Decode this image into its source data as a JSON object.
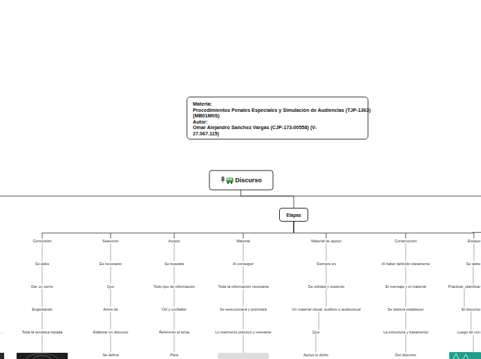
{
  "diagram": {
    "nodes": [
      {
        "text": [
          "Materia:",
          "Procedimientos Penales Especiales y Simulación de Audiencias (TJP-1363) (MB01M0S)",
          "Autor:",
          "Omar Alejandro Sanchez Vargas (CJP-173-00558) (V-27.067.115)"
        ]
      },
      {
        "text": [
          "Discurso"
        ]
      },
      {
        "text": [
          "Etapas"
        ]
      },
      {
        "text": [
          "..."
        ]
      },
      {
        "text": [
          "Conclusión"
        ]
      },
      {
        "text": [
          "Se debe"
        ]
      },
      {
        "text": [
          "Dar un cierre"
        ]
      },
      {
        "text": [
          "Englobando"
        ]
      },
      {
        "text": [
          "Toda la temática tratada"
        ]
      },
      {
        "text": [
          "Selección"
        ]
      },
      {
        "text": [
          "Es necesario"
        ]
      },
      {
        "text": [
          "Que"
        ]
      },
      {
        "text": [
          "Antes de"
        ]
      },
      {
        "text": [
          "Elaborar un discurso"
        ]
      },
      {
        "text": [
          "Se defina"
        ]
      },
      {
        "text": [
          "Acopio"
        ]
      },
      {
        "text": [
          "Se buscará"
        ]
      },
      {
        "text": [
          "Todo tipo de información"
        ]
      },
      {
        "text": [
          "Útil y confiable"
        ]
      },
      {
        "text": [
          "Referente al tema"
        ]
      },
      {
        "text": [
          "Para"
        ]
      },
      {
        "text": [
          "Material"
        ]
      },
      {
        "text": [
          "Al conseguir"
        ]
      },
      {
        "text": [
          "Toda la información necesaria"
        ]
      },
      {
        "text": [
          "Se seleccionará y priorizará"
        ]
      },
      {
        "text": [
          "Lo realmente práctico y relevante"
        ]
      },
      {
        "text": [
          "Material de apoyo"
        ]
      },
      {
        "text": [
          "Siempre es"
        ]
      },
      {
        "text": [
          "De utilidad y sustento"
        ]
      },
      {
        "text": [
          "Un material visual, auditivo o audiovisual"
        ]
      },
      {
        "text": [
          "Que"
        ]
      },
      {
        "text": [
          "Apoyo lo dicho"
        ]
      },
      {
        "text": [
          "Construcción"
        ]
      },
      {
        "text": [
          "Al haber definido claramente"
        ]
      },
      {
        "text": [
          "El mensaje y el material"
        ]
      },
      {
        "text": [
          "Se deberá establecer"
        ]
      },
      {
        "text": [
          "La estructura y basamento"
        ]
      },
      {
        "text": [
          "Del discurso"
        ]
      },
      {
        "text": [
          "Ensayo"
        ]
      },
      {
        "text": [
          "Se debe"
        ]
      },
      {
        "text": [
          "Practicar, planificar"
        ]
      },
      {
        "text": [
          "El discurso"
        ]
      },
      {
        "text": [
          "Luego de con"
        ]
      }
    ],
    "edges": [
      {
        "from": 1,
        "to": 2,
        "arrow": "none"
      },
      {
        "from": 2,
        "to": 4,
        "arrow": "none"
      },
      {
        "from": 2,
        "to": 9,
        "arrow": "none"
      },
      {
        "from": 2,
        "to": 15,
        "arrow": "none"
      },
      {
        "from": 2,
        "to": 21,
        "arrow": "none"
      },
      {
        "from": 2,
        "to": 26,
        "arrow": "none"
      },
      {
        "from": 2,
        "to": 32,
        "arrow": "none"
      },
      {
        "from": 2,
        "to": 38,
        "arrow": "none"
      },
      {
        "from": 4,
        "to": 5,
        "arrow": "none"
      },
      {
        "from": 5,
        "to": 6,
        "arrow": "none"
      },
      {
        "from": 6,
        "to": 7,
        "arrow": "none"
      },
      {
        "from": 7,
        "to": 8,
        "arrow": "none"
      },
      {
        "from": 9,
        "to": 10,
        "arrow": "none"
      },
      {
        "from": 10,
        "to": 11,
        "arrow": "none"
      },
      {
        "from": 11,
        "to": 12,
        "arrow": "none"
      },
      {
        "from": 12,
        "to": 13,
        "arrow": "none"
      },
      {
        "from": 13,
        "to": 14,
        "arrow": "none"
      },
      {
        "from": 15,
        "to": 16,
        "arrow": "none"
      },
      {
        "from": 16,
        "to": 17,
        "arrow": "none"
      },
      {
        "from": 17,
        "to": 18,
        "arrow": "none"
      },
      {
        "from": 18,
        "to": 19,
        "arrow": "none"
      },
      {
        "from": 19,
        "to": 20,
        "arrow": "none"
      },
      {
        "from": 21,
        "to": 22,
        "arrow": "none"
      },
      {
        "from": 22,
        "to": 23,
        "arrow": "none"
      },
      {
        "from": 23,
        "to": 24,
        "arrow": "none"
      },
      {
        "from": 24,
        "to": 25,
        "arrow": "none"
      },
      {
        "from": 26,
        "to": 27,
        "arrow": "none"
      },
      {
        "from": 27,
        "to": 28,
        "arrow": "none"
      },
      {
        "from": 28,
        "to": 29,
        "arrow": "none"
      },
      {
        "from": 29,
        "to": 30,
        "arrow": "none"
      },
      {
        "from": 30,
        "to": 31,
        "arrow": "none"
      },
      {
        "from": 32,
        "to": 33,
        "arrow": "none"
      },
      {
        "from": 33,
        "to": 34,
        "arrow": "none"
      },
      {
        "from": 34,
        "to": 35,
        "arrow": "none"
      },
      {
        "from": 35,
        "to": 36,
        "arrow": "none"
      },
      {
        "from": 36,
        "to": 37,
        "arrow": "none"
      },
      {
        "from": 38,
        "to": 39,
        "arrow": "none"
      },
      {
        "from": 39,
        "to": 40,
        "arrow": "none"
      },
      {
        "from": 40,
        "to": 41,
        "arrow": "none"
      },
      {
        "from": 41,
        "to": 42,
        "arrow": "none"
      }
    ]
  }
}
